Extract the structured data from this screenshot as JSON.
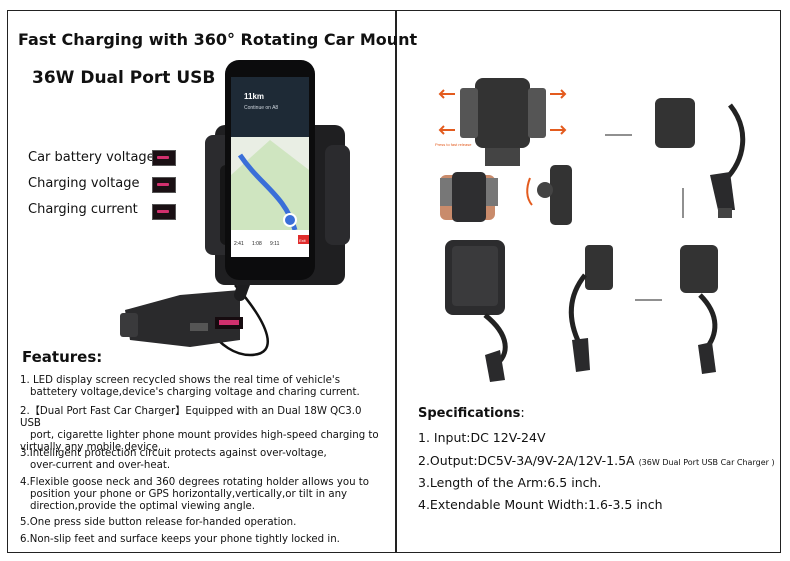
{
  "left": {
    "title": "Fast Charging with 360° Rotating Car Mount",
    "subtitle": "36W Dual Port USB",
    "meters": [
      "Car battery voltage",
      "Charging voltage",
      "Charging current"
    ],
    "phone": {
      "nav_distance": "11km",
      "nav_street": "Continue on A8",
      "stats": [
        "2:41",
        "1:08",
        "9:11"
      ],
      "exit_label": "Exit"
    },
    "features_heading": "Features:",
    "features": [
      [
        "1. LED display screen recycled shows the real time of vehicle's",
        "battetery voltage,device's charging voltage and charing current."
      ],
      [
        "2.【Dual Port Fast Car Charger】Equipped with an Dual 18W QC3.0 USB",
        "port, cigarette lighter phone mount provides high-speed charging to",
        "virtually any mobile device."
      ],
      [
        "3.Intelligent protection circuit protects against over-voltage,",
        "over-current and over-heat."
      ],
      [
        "4.Flexible goose neck and 360 degrees rotating holder allows you to",
        "position your phone or GPS horizontally,vertically,or tilt in any",
        "direction,provide the optimal viewing angle."
      ],
      [
        "5.One press side button release for-handed operation."
      ],
      [
        "6.Non-slip feet and surface keeps your phone tightly locked in."
      ]
    ]
  },
  "right": {
    "annotation": "Press to fast release",
    "spec_heading": "Specifications",
    "spec_colon": ":",
    "specs": [
      "1. Input:DC 12V-24V",
      "2.Output:DC5V-3A/9V-2A/12V-1.5A",
      "3.Length of the Arm:6.5 inch.",
      "4.Extendable Mount Width:1.6-3.5 inch"
    ],
    "spec_note": "(36W Dual Port USB  Car Charger )"
  },
  "colors": {
    "lcd": "#d2306e",
    "mount": "#262628",
    "map_green": "#cfe5c0",
    "route_blue": "#3a6fd8",
    "arrow_orange": "#e35b1e"
  }
}
